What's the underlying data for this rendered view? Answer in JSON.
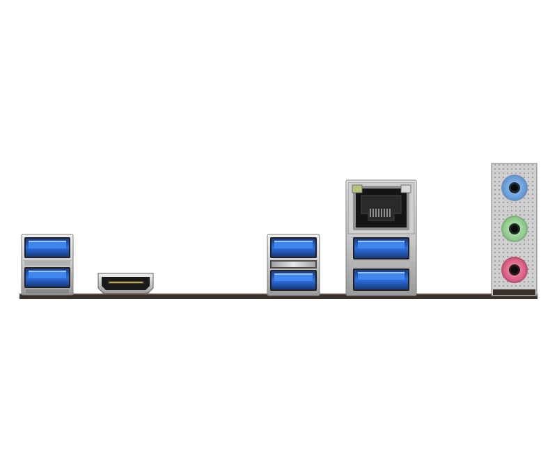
{
  "colors": {
    "background": "#ffffff",
    "pcb": "#3a302a",
    "usb3_blue": "#1f5fd4",
    "usb_tongue": "#3f86ee",
    "metal_light": "#d5d5d5",
    "metal_dark": "#7c7c7c",
    "audio_blue": "#7fb2ec",
    "audio_green": "#a9dfa8",
    "audio_pink": "#ea7a9c",
    "lan_led_green": "#b9c27a",
    "lan_led_orange": "#d89a4a"
  },
  "ports": [
    {
      "name": "usb3-stack-left",
      "kind": "dual-usb3",
      "count": 2
    },
    {
      "name": "hdmi-port",
      "kind": "hdmi",
      "count": 1
    },
    {
      "name": "usb3-stack-middle",
      "kind": "dual-usb3",
      "count": 2
    },
    {
      "name": "lan-usb3-combo",
      "kind": "rj45-plus-dual-usb3",
      "count": 3
    },
    {
      "name": "audio-jack-stack",
      "kind": "3.5mm-audio",
      "count": 3,
      "jacks": [
        "line-in",
        "line-out",
        "mic-in"
      ]
    }
  ]
}
